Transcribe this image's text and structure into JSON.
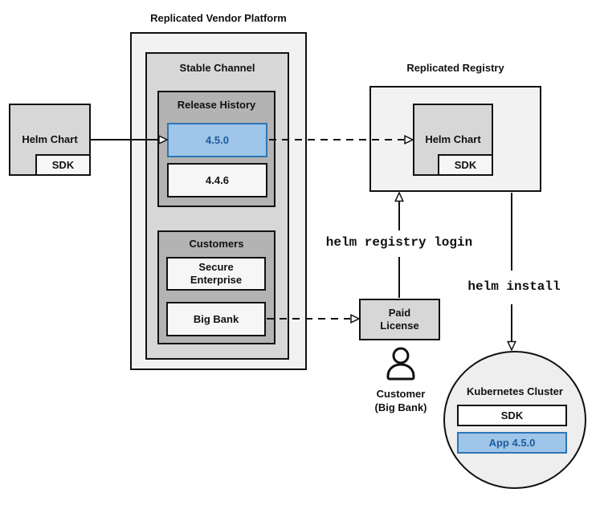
{
  "colors": {
    "line": "#111111",
    "gray_outer": "#f2f2f2",
    "gray_mid": "#d7d7d7",
    "gray_dark": "#b3b3b3",
    "item_fill": "#f6f6f6",
    "white": "#ffffff",
    "circle_fill": "#eeeeee",
    "blue_fill": "#9fc5e8",
    "blue_border": "#2e75b6",
    "blue_text": "#1b5c9e"
  },
  "vendor_platform": {
    "title": "Replicated Vendor Platform",
    "stable_channel": {
      "title": "Stable Channel",
      "release_history": {
        "title": "Release History",
        "current_release": "4.5.0",
        "previous_release": "4.4.6"
      },
      "customers": {
        "title": "Customers",
        "customer1": "Secure\nEnterprise",
        "customer2": "Big Bank"
      }
    }
  },
  "vendor_helm_chart": {
    "label": "Helm Chart",
    "sdk": "SDK"
  },
  "registry": {
    "title": "Replicated Registry",
    "helm_chart": {
      "label": "Helm Chart",
      "sdk": "SDK"
    }
  },
  "paid_license": {
    "label": "Paid\nLicense"
  },
  "customer_actor": {
    "label": "Customer\n(Big Bank)"
  },
  "commands": {
    "registry_login": "helm registry login",
    "install": "helm install"
  },
  "cluster": {
    "title": "Kubernetes Cluster",
    "sdk": "SDK",
    "app": "App 4.5.0"
  }
}
